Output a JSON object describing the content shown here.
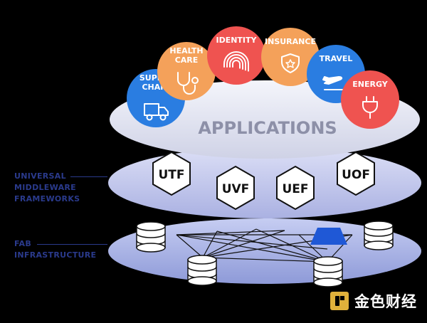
{
  "layers": {
    "applications": {
      "title": "APPLICATIONS"
    },
    "middleware": {
      "label": "UNIVERSAL\nMIDDLEWARE\nFRAMEWORKS",
      "frameworks": [
        "UTF",
        "UVF",
        "UEF",
        "UOF"
      ]
    },
    "infrastructure": {
      "label": "FAB\nINFRASTRUCTURE"
    }
  },
  "apps": [
    {
      "name": "SUPPLY\nCHAIN",
      "icon": "truck-icon",
      "color": "#2a7de1"
    },
    {
      "name": "HEALTH\nCARE",
      "icon": "stethoscope-icon",
      "color": "#f4a15a"
    },
    {
      "name": "IDENTITY",
      "icon": "fingerprint-icon",
      "color": "#ef5350"
    },
    {
      "name": "INSURANCE",
      "icon": "shield-icon",
      "color": "#f4a15a"
    },
    {
      "name": "TRAVEL",
      "icon": "airplane-icon",
      "color": "#2a7de1"
    },
    {
      "name": "ENERGY",
      "icon": "plug-icon",
      "color": "#ef5350"
    }
  ],
  "colors": {
    "top_disc": "#e4e6f2",
    "mid_disc": "#c8ccee",
    "bottom_disc": "#a9b3e6",
    "label_text": "#2a3a8c",
    "network_node": "#1f58d6"
  },
  "brand": {
    "name": "金色财经"
  }
}
